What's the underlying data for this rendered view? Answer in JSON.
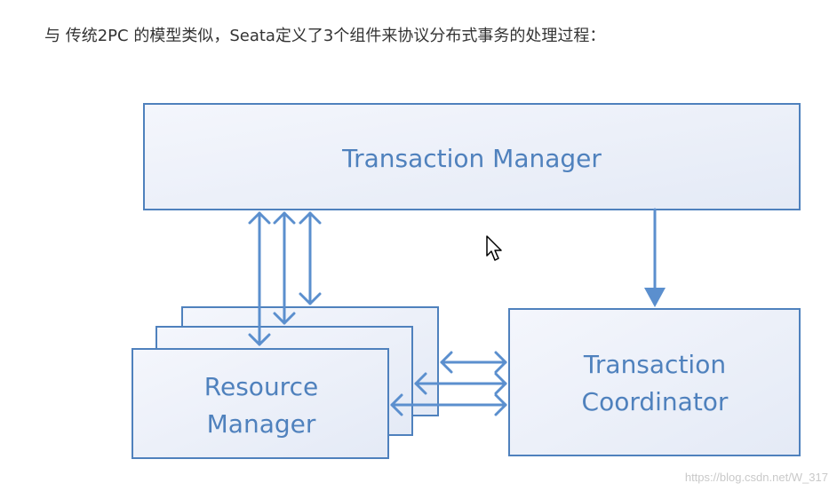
{
  "intro_text": "与 传统2PC 的模型类似，Seata定义了3个组件来协议分布式事务的处理过程：",
  "boxes": {
    "tm": {
      "label": "Transaction Manager"
    },
    "rm": {
      "line1": "Resource",
      "line2": "Manager"
    },
    "tc": {
      "line1": "Transaction",
      "line2": "Coordinator"
    }
  },
  "colors": {
    "box_fill": "#edf1fa",
    "box_stroke": "#4f81bd",
    "text": "#4f81bd",
    "arrow": "#5b8fce"
  },
  "icons": {
    "cursor": "mouse-pointer-icon"
  },
  "watermark": "https://blog.csdn.net/W_317"
}
